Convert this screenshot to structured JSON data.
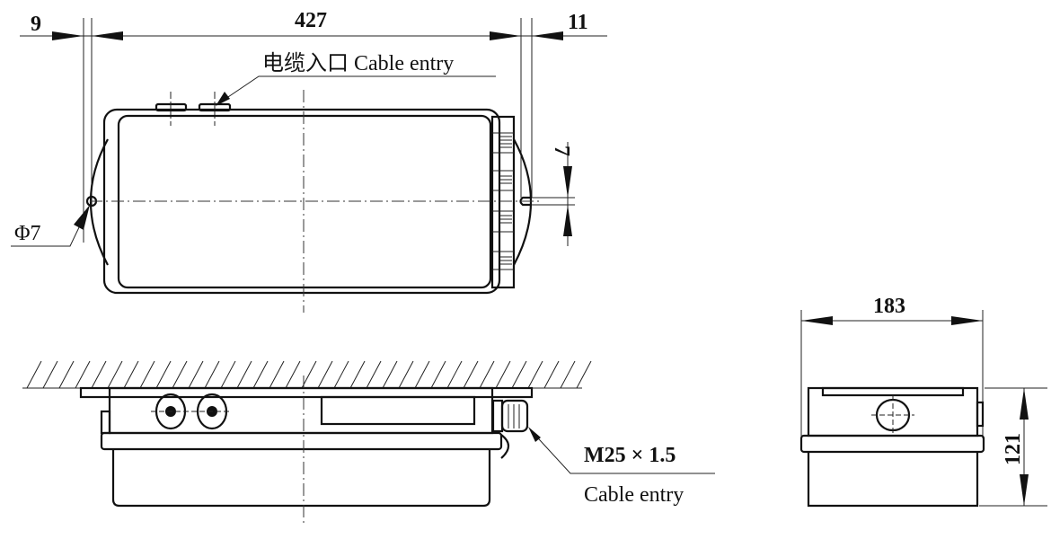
{
  "dimensions": {
    "left_offset": "9",
    "overall_width": "427",
    "right_offset": "11",
    "hole_spacing": "7",
    "hole_diameter": "Φ7",
    "side_width": "183",
    "height": "121"
  },
  "labels": {
    "top_cable_entry": "电缆入口 Cable entry",
    "thread_spec": "M25 × 1.5",
    "front_cable_entry": "Cable entry"
  }
}
